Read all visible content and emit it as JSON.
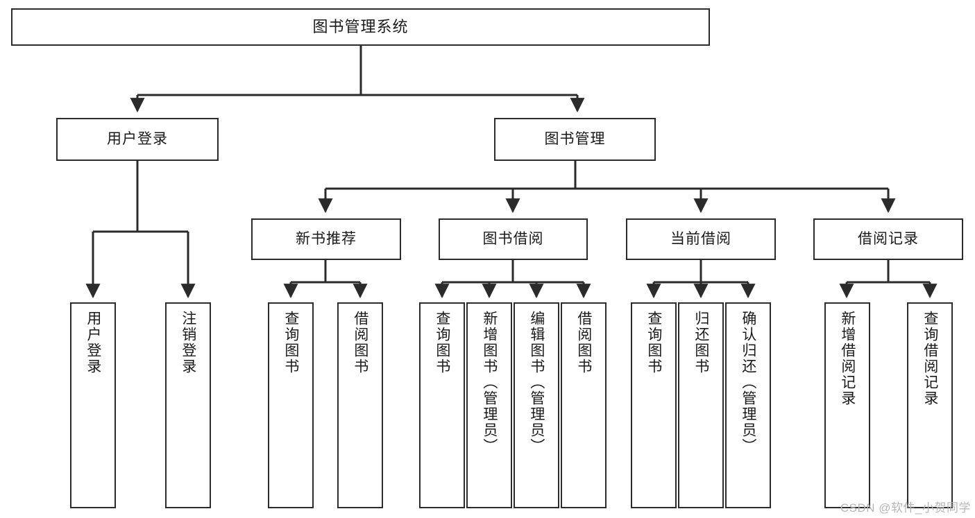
{
  "diagram": {
    "title": "图书管理系统",
    "type": "hierarchy-tree",
    "colors": {
      "border": "#2b2b2b",
      "fill": "#ffffff",
      "text": "#1a1a1a",
      "edge": "#2b2b2b",
      "watermark": "#b6b6b6"
    },
    "root": {
      "label": "图书管理系统"
    },
    "level1": [
      {
        "id": "user-login",
        "label": "用户登录"
      },
      {
        "id": "book-management",
        "label": "图书管理"
      }
    ],
    "level2": [
      {
        "id": "new-book-recommend",
        "label": "新书推荐"
      },
      {
        "id": "book-borrow",
        "label": "图书借阅"
      },
      {
        "id": "current-borrow",
        "label": "当前借阅"
      },
      {
        "id": "borrow-record",
        "label": "借阅记录"
      }
    ],
    "leaves": {
      "user-login": [
        {
          "id": "leaf-user-login",
          "label": "用户登录"
        },
        {
          "id": "leaf-user-logout",
          "label": "注销登录"
        }
      ],
      "new-book-recommend": [
        {
          "id": "leaf-query-book-1",
          "label": "查询图书"
        },
        {
          "id": "leaf-borrow-book-1",
          "label": "借阅图书"
        }
      ],
      "book-borrow": [
        {
          "id": "leaf-query-book-2",
          "label": "查询图书"
        },
        {
          "id": "leaf-add-book",
          "label": "新增图书（管理员）"
        },
        {
          "id": "leaf-edit-book",
          "label": "编辑图书（管理员）"
        },
        {
          "id": "leaf-borrow-book-2",
          "label": "借阅图书"
        }
      ],
      "current-borrow": [
        {
          "id": "leaf-query-book-3",
          "label": "查询图书"
        },
        {
          "id": "leaf-return-book",
          "label": "归还图书"
        },
        {
          "id": "leaf-confirm-return",
          "label": "确认归还（管理员）"
        }
      ],
      "borrow-record": [
        {
          "id": "leaf-add-record",
          "label": "新增借阅记录"
        },
        {
          "id": "leaf-query-record",
          "label": "查询借阅记录"
        }
      ]
    },
    "watermark": "CSDN @软件_小贺同学"
  }
}
